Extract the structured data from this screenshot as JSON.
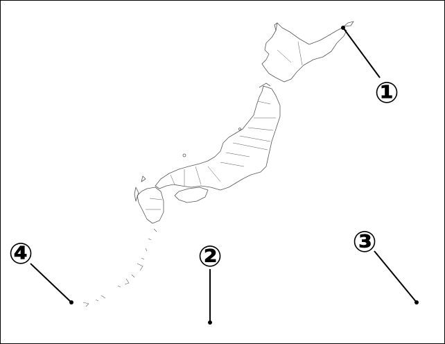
{
  "colors": {
    "outline": "#555555",
    "marker": "#000000",
    "background": "#ffffff"
  },
  "markers": [
    {
      "id": "1",
      "label": "①"
    },
    {
      "id": "2",
      "label": "②"
    },
    {
      "id": "3",
      "label": "③"
    },
    {
      "id": "4",
      "label": "④"
    }
  ]
}
